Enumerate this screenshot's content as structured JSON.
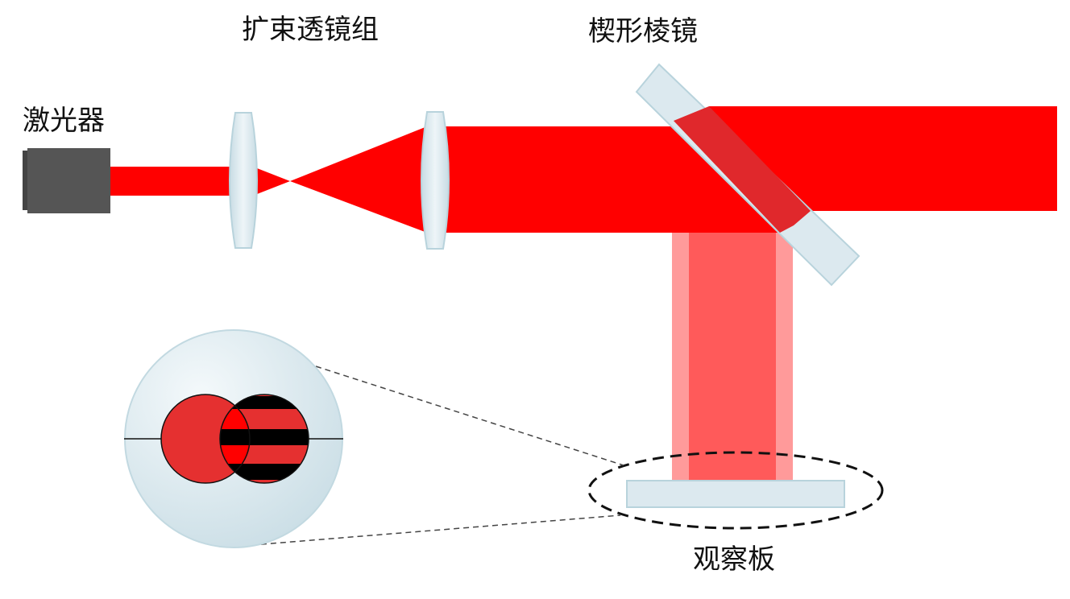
{
  "labels": {
    "laser": "激光器",
    "beam_expander": "扩束透镜组",
    "wedge_prism": "楔形棱镜",
    "observation_screen": "观察板"
  },
  "colors": {
    "beam": "#ff0000",
    "beam_light": "#ff9a9a",
    "beam_mid": "#ff5a5a",
    "prism_inner": "#e0282c",
    "glass": "#dce9ef",
    "glass_edge": "#b8d3dc",
    "laser_body": "#555555",
    "fringe_dark": "#000000",
    "fringe_bright": "#ff0000",
    "spot_outer": "#e53030"
  },
  "icons": {
    "laser": "laser-device-icon",
    "lens": "convex-lens-icon",
    "prism": "wedge-prism-icon",
    "screen": "observation-screen-icon",
    "magnifier": "interference-fringe-magnified-view"
  }
}
